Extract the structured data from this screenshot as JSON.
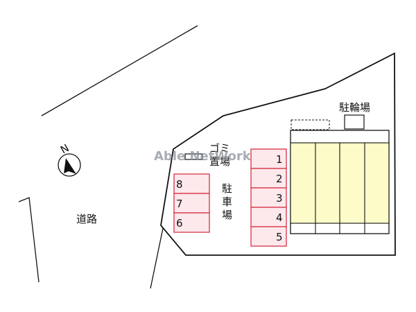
{
  "road_label": "道路",
  "garbage_label_1": "ゴミ",
  "garbage_label_2": "置場",
  "parking_label_1": "駐",
  "parking_label_2": "車",
  "parking_label_3": "場",
  "bicycle_parking_label": "駐輪場",
  "compass_north": "N",
  "watermark": "Able NetWork",
  "parking_left": [
    "8",
    "7",
    "6"
  ],
  "parking_right": [
    "1",
    "2",
    "3",
    "4",
    "5"
  ],
  "colors": {
    "line": "#111111",
    "parking_fill": "#fde8ec",
    "parking_border": "#d63344",
    "building_fill": "#fdfbc8"
  }
}
